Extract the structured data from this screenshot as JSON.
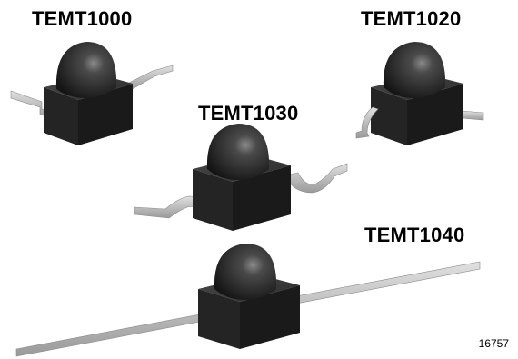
{
  "components": [
    {
      "part_number": "TEMT1000"
    },
    {
      "part_number": "TEMT1020"
    },
    {
      "part_number": "TEMT1030"
    },
    {
      "part_number": "TEMT1040"
    }
  ],
  "figure_number": "16757",
  "colors": {
    "body": "#2b2b2b",
    "body_side": "#1c1c1c",
    "lead": "#bdbdbd",
    "lead_dark": "#8c8c8c"
  }
}
